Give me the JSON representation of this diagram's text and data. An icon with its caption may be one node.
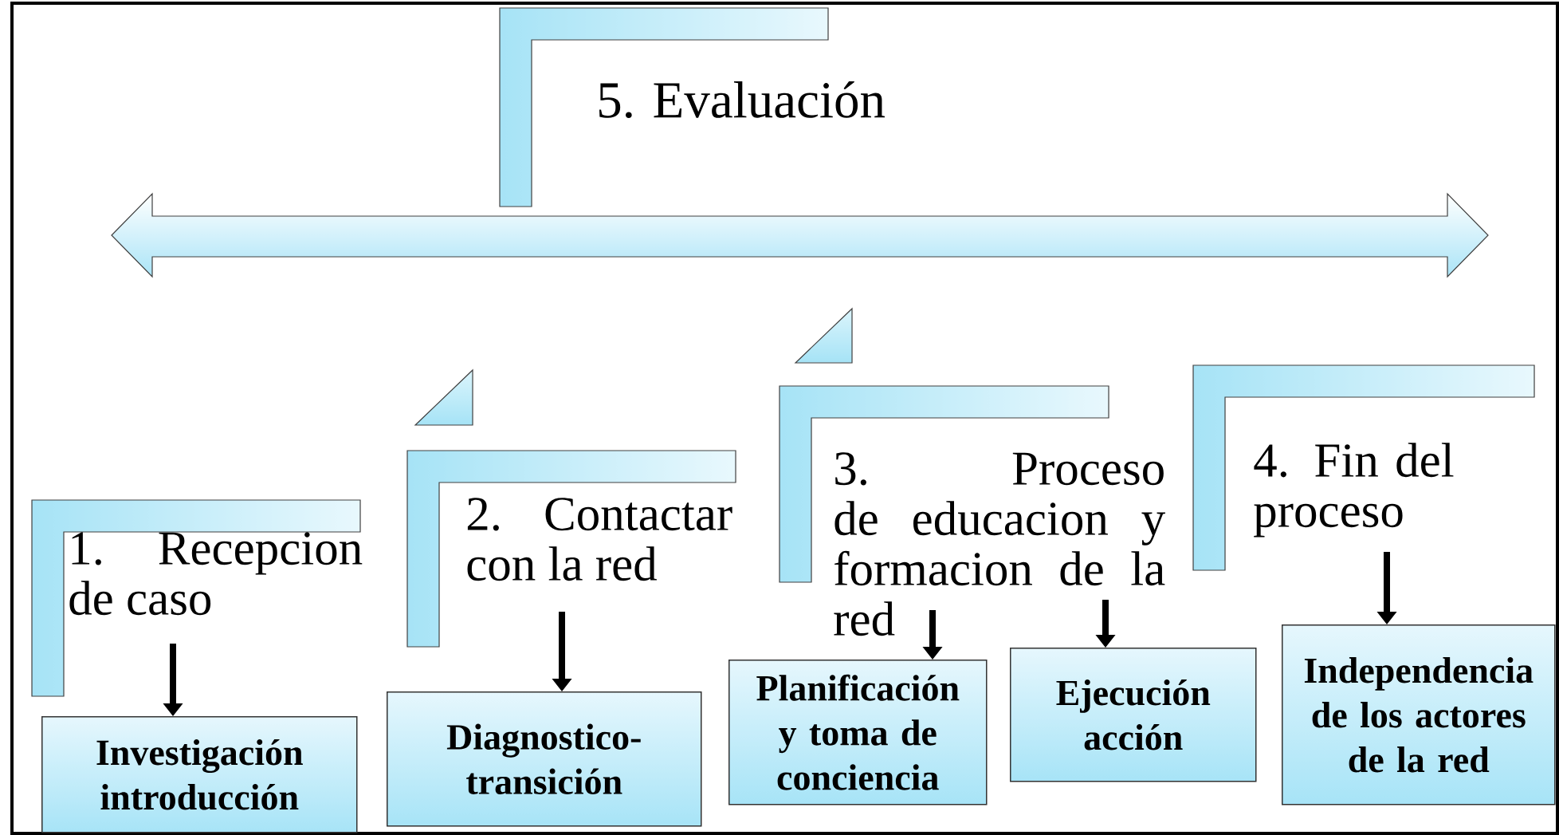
{
  "diagram": {
    "nodes": [
      {
        "text": [
          "5. Evaluación"
        ]
      },
      {
        "text": [
          "1. Recepcion de caso"
        ]
      },
      {
        "text": [
          "2. Contactar con la red"
        ]
      },
      {
        "text": [
          "3. Proceso de educacion y formacion de la red"
        ]
      },
      {
        "text": [
          "4. Fin del proceso"
        ]
      },
      {
        "text": [
          "Investigación introducción"
        ]
      },
      {
        "text": [
          "Diagnostico- transición"
        ]
      },
      {
        "text": [
          "Planificación y toma de conciencia"
        ]
      },
      {
        "text": [
          "Ejecución acción"
        ]
      },
      {
        "text": [
          "Independencia de los actores de la red"
        ]
      }
    ],
    "edges": [
      {
        "from": 1,
        "to": 5,
        "arrow": "to"
      },
      {
        "from": 2,
        "to": 6,
        "arrow": "to"
      },
      {
        "from": 3,
        "to": 7,
        "arrow": "to"
      },
      {
        "from": 3,
        "to": 8,
        "arrow": "to"
      },
      {
        "from": 4,
        "to": 9,
        "arrow": "to"
      }
    ]
  }
}
